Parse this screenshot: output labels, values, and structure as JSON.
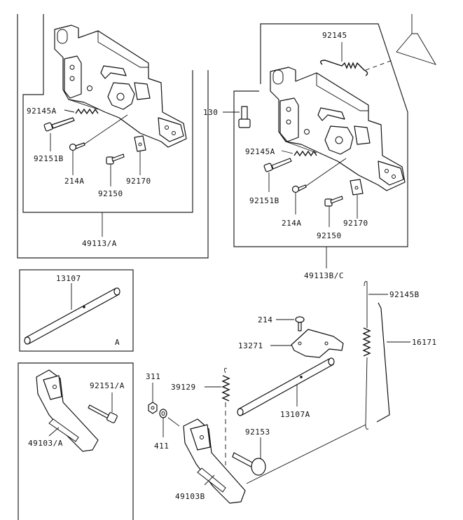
{
  "labels": {
    "tl_92145A": "92145A",
    "tl_92151B": "92151B",
    "tl_214A": "214A",
    "tl_92170": "92170",
    "tl_92150": "92150",
    "tl_49113A": "49113/A",
    "tr_92145": "92145",
    "tr_130": "130",
    "tr_92145A": "92145A",
    "tr_92151B": "92151B",
    "tr_214A": "214A",
    "tr_92170": "92170",
    "tr_92150": "92150",
    "tr_49113BC": "49113B/C",
    "box_13107": "13107",
    "box_A": "A",
    "r_92145B": "92145B",
    "r_16171": "16171",
    "r_214": "214",
    "r_13271": "13271",
    "r_39129": "39129",
    "r_13107A": "13107A",
    "r_92153": "92153",
    "r_49103B": "49103B",
    "bl_311": "311",
    "bl_411": "411",
    "bl_92151A": "92151/A",
    "bl_49103A": "49103/A"
  }
}
